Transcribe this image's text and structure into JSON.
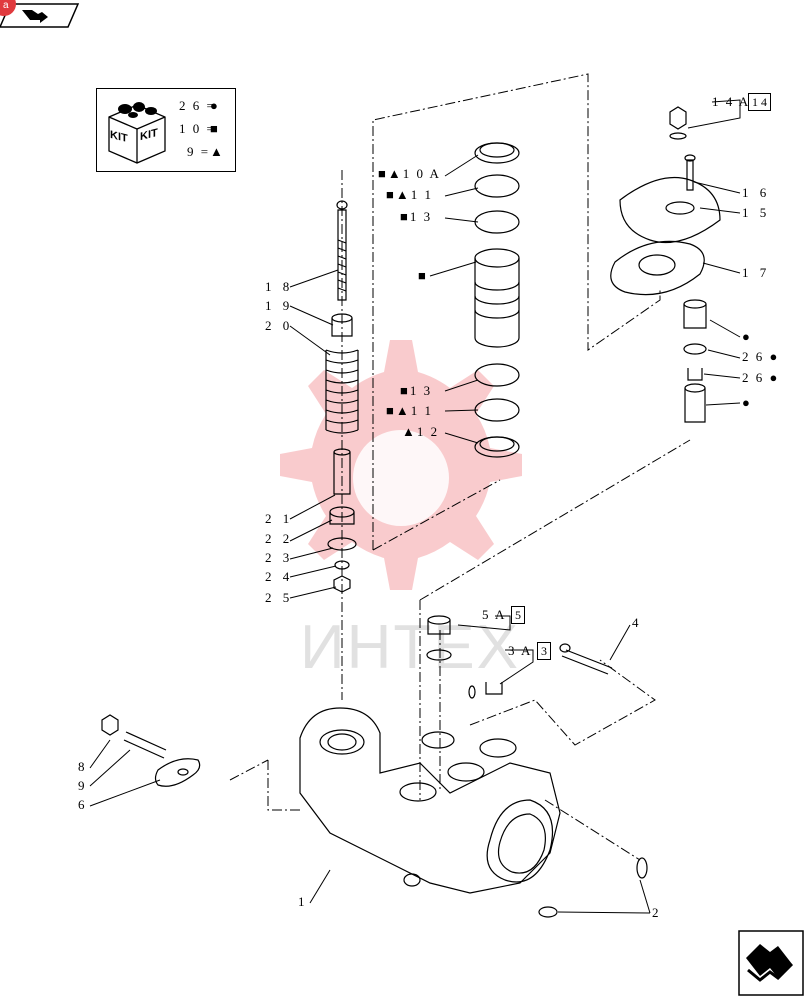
{
  "kit_legend": {
    "box_word": "KIT",
    "rows": [
      {
        "text": "2 6 =",
        "symbol": "●"
      },
      {
        "text": "1 0 =",
        "symbol": "■"
      },
      {
        "text": "9 =",
        "symbol": "▲"
      }
    ]
  },
  "callouts": {
    "c1": "1",
    "c2": "2",
    "c3": "3 A",
    "c3box": "3",
    "c4": "4",
    "c5": "5 A",
    "c5box": "5",
    "c6": "6",
    "c8": "8",
    "c9": "9",
    "c10": "■▲1 0 A",
    "c11a": "■▲1 1",
    "c13a": "■1 3",
    "csq": "■",
    "c13b": "■1 3",
    "c11b": "■▲1 1",
    "c12": "▲1 2",
    "c14": "1 4 A",
    "c14box": "1 4",
    "c15": "1 5",
    "c16": "1 6",
    "c17": "1 7",
    "cdot1": "●",
    "c26a": "2 6 ●",
    "c26b": "2 6 ●",
    "cdot2": "●",
    "c18": "1 8",
    "c19": "1 9",
    "c20": "2 0",
    "c21": "2 1",
    "c22": "2 2",
    "c23": "2 3",
    "c24": "2 4",
    "c25": "2 5"
  },
  "watermark": {
    "text": "ИНТЕХ",
    "color": "#e8434a"
  },
  "top_badge": "a",
  "colors": {
    "accent": "#e03a3e",
    "line": "#000000"
  }
}
